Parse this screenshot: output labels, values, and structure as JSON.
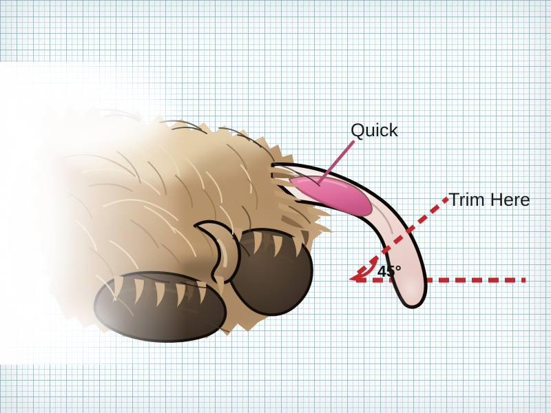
{
  "figure": {
    "labels": {
      "quick": "Quick",
      "trim_here": "Trim Here",
      "angle": "45°"
    },
    "angle_degrees": 45
  },
  "colors": {
    "dash_red": "#C1272D",
    "leader_pink": "#B34A70",
    "quick_pink": "#DD6E9C",
    "nail_pale": "#F3E3DE",
    "fur_tan": "#C6A47C",
    "pad_brown": "#44362B",
    "grid_blue": "#A3C1CE",
    "paper_white": "#FCFDFD",
    "text_black": "#1A1A1A"
  },
  "scene": {
    "subject": "dog-paw-nail-trimming-diagram",
    "parts": [
      "furry-paw",
      "front-paw-pad",
      "rear-paw-pad",
      "dewclaw",
      "claw",
      "claw-quick",
      "graph-paper-background"
    ]
  }
}
